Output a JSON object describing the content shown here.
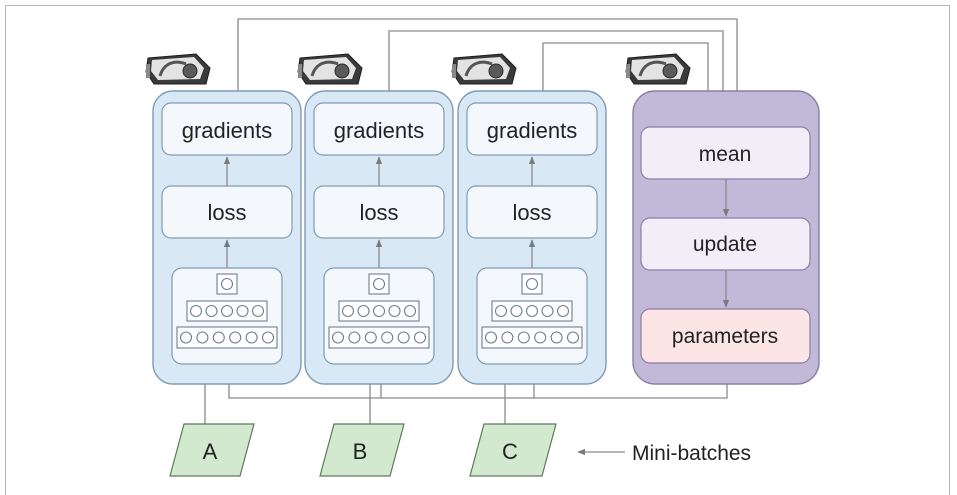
{
  "workers": [
    {
      "gradients": "gradients",
      "loss": "loss",
      "batch": "A",
      "gpu_icon": "gpu-card-icon"
    },
    {
      "gradients": "gradients",
      "loss": "loss",
      "batch": "B",
      "gpu_icon": "gpu-card-icon"
    },
    {
      "gradients": "gradients",
      "loss": "loss",
      "batch": "C",
      "gpu_icon": "gpu-card-icon"
    }
  ],
  "server": {
    "mean": "mean",
    "update": "update",
    "parameters": "parameters",
    "gpu_icon": "gpu-card-icon"
  },
  "legend": {
    "mini_batches": "Mini-batches"
  },
  "colors": {
    "worker_fill": "#d8e8f5",
    "worker_stroke": "#7f9bb6",
    "server_fill": "#c2b9d8",
    "server_stroke": "#8a7fa6",
    "box_fill": "#f4f8fc",
    "server_box_fill": "#f1eef8",
    "parameters_fill": "#fbe5e5",
    "batch_fill": "#d2e8cf",
    "line": "#8a8a8a"
  }
}
